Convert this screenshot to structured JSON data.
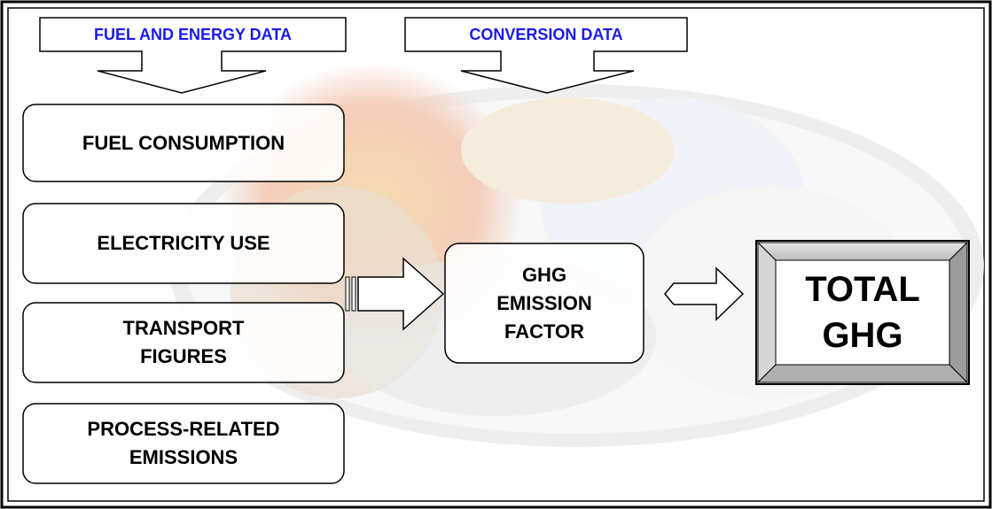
{
  "headers": {
    "fuel_energy": "FUEL AND ENERGY DATA",
    "conversion": "CONVERSION DATA"
  },
  "inputs": {
    "fuel_consumption": "FUEL CONSUMPTION",
    "electricity_use": "ELECTRICITY USE",
    "transport_line1": "TRANSPORT",
    "transport_line2": "FIGURES",
    "process_line1": "PROCESS-RELATED",
    "process_line2": "EMISSIONS"
  },
  "factor": {
    "line1": "GHG",
    "line2": "EMISSION",
    "line3": "FACTOR"
  },
  "total": {
    "line1": "TOTAL",
    "line2": "GHG"
  },
  "colors": {
    "header_text": "#1a1aee",
    "border": "#000000"
  }
}
